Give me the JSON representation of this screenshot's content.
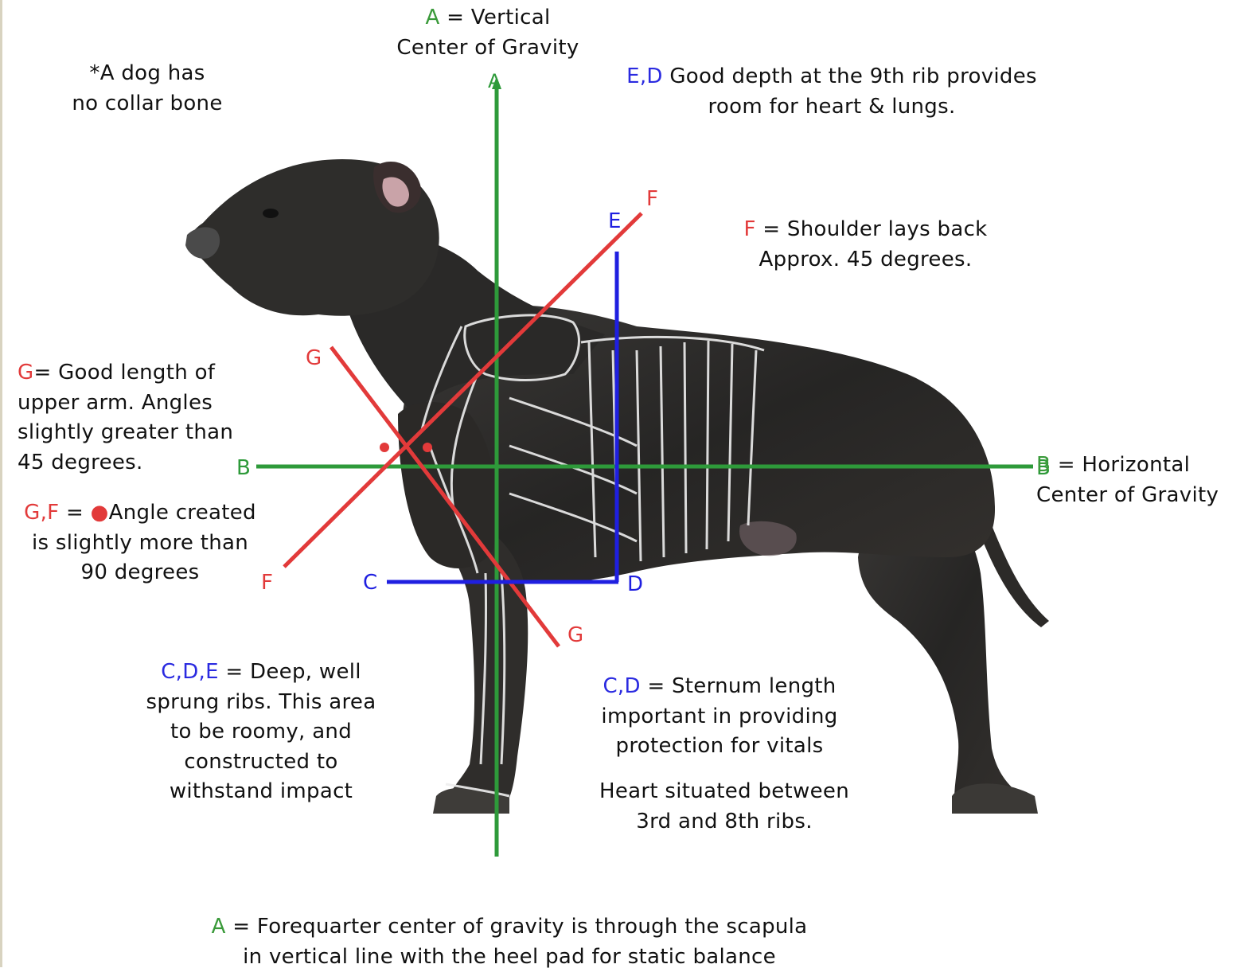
{
  "colors": {
    "green": "#2e9a3a",
    "red": "#e23a3a",
    "blue": "#1f1fe0",
    "dog_body": "#2b2a29",
    "skeleton": "#f2f2f2"
  },
  "icons": {
    "dog": "dog-illustration",
    "skeleton": "skeleton-overlay",
    "angle_dot": "red-dot"
  },
  "line_labels": {
    "a_top": "A",
    "b_left": "B",
    "b_right": "B",
    "c": "C",
    "d": "D",
    "e": "E",
    "f_top": "F",
    "f_bottom": "F",
    "g_top": "G",
    "g_bottom": "G"
  },
  "notes": {
    "a_top": {
      "key": "A",
      "line1_rest": " = Vertical",
      "line2": "Center of Gravity"
    },
    "collar": {
      "line1": "*A dog has",
      "line2": "no collar bone"
    },
    "ed": {
      "key": "E,D",
      "line1_rest": " Good depth at the 9th rib provides",
      "line2": "room for heart & lungs."
    },
    "f": {
      "key": "F",
      "line1_rest": " = Shoulder lays back",
      "line2": "Approx. 45 degrees."
    },
    "g": {
      "key": "G",
      "line1_rest": "= Good length of",
      "line2": "upper arm. Angles",
      "line3": "slightly greater than",
      "line4": "45 degrees."
    },
    "gf": {
      "key": "G,F",
      "eq": " = ",
      "line1_rest": "Angle created",
      "line2": "is slightly more than",
      "line3": "90 degrees"
    },
    "b": {
      "key": "B",
      "line1_rest": "  = Horizontal",
      "line2": "Center of Gravity"
    },
    "cde": {
      "key": "C,D,E",
      "line1_rest": " = Deep, well",
      "line2": "sprung ribs.  This area",
      "line3": "to be roomy, and",
      "line4": "constructed to",
      "line5": "withstand impact"
    },
    "cd": {
      "key": "C,D",
      "line1_rest": " = Sternum length",
      "line2": "important in providing",
      "line3": "protection for vitals"
    },
    "heart": {
      "line1": "Heart situated between",
      "line2": "3rd and 8th ribs."
    },
    "a_bottom": {
      "key": "A",
      "line1_rest": " = Forequarter center of gravity is through the scapula",
      "line2": "in vertical line with the heel pad for static balance"
    }
  }
}
